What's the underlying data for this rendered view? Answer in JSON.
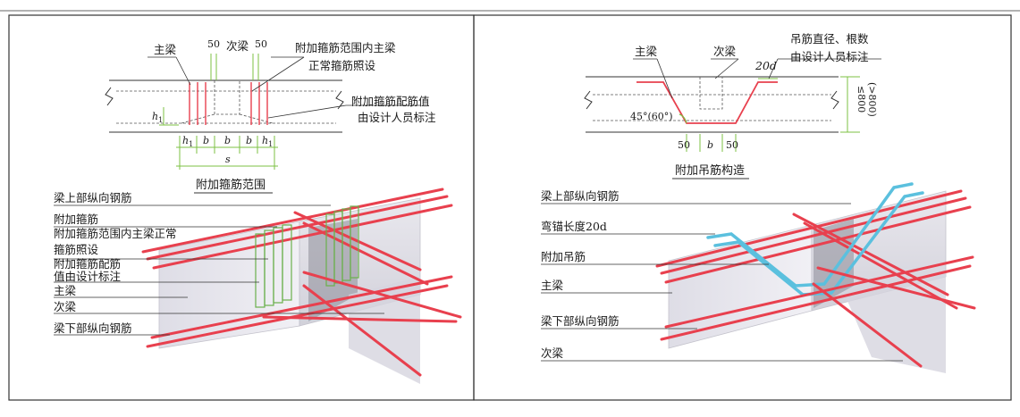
{
  "left_panel": {
    "drawing_labels": {
      "main_beam": "主梁",
      "secondary_beam": "次梁",
      "dim_50_left": "50",
      "dim_50_right": "50",
      "normal_stirrup_note_line1": "附加箍筋范围内主梁",
      "normal_stirrup_note_line2": "正常箍筋照设",
      "design_note_line1": "附加箍筋配筋值",
      "design_note_line2": "由设计人员标注",
      "h1_side": "h",
      "h1_sub": "1",
      "dim_h1_left": "h",
      "dim_h1_left_sub": "1",
      "dim_b_1": "b",
      "dim_b_mid": "b",
      "dim_b_2": "b",
      "dim_h1_right": "h",
      "dim_h1_right_sub": "1",
      "dim_s": "s"
    },
    "title": "附加箍筋范围",
    "model_labels": {
      "top_rebar": "梁上部纵向钢筋",
      "added_stirrup": "附加箍筋",
      "normal_line1": "附加箍筋范围内主梁正常",
      "normal_line2": "箍筋照设",
      "design_line1": "附加箍筋配筋",
      "design_line2": "值由设计标注",
      "main_beam": "主梁",
      "secondary_beam": "次梁",
      "bottom_rebar": "梁下部纵向钢筋"
    }
  },
  "right_panel": {
    "drawing_labels": {
      "main_beam": "主梁",
      "secondary_beam": "次梁",
      "hanger_note_line1": "吊筋直径、根数",
      "hanger_note_line2": "由设计人员标注",
      "anchor_20d": "20d",
      "angle": "45°(60°)",
      "dim_50_left": "50",
      "dim_b": "b",
      "dim_50_right": "50",
      "height_le_800": "≤800",
      "height_gt_800": "(>800)"
    },
    "title": "附加吊筋构造",
    "model_labels": {
      "top_rebar": "梁上部纵向钢筋",
      "bend_anchor": "弯锚长度20d",
      "hanger": "附加吊筋",
      "main_beam": "主梁",
      "bottom_rebar": "梁下部纵向钢筋",
      "secondary_beam": "次梁"
    }
  },
  "colors": {
    "rebar_red": "#e8404e",
    "stirrup_green": "#6ab04c",
    "hanger_cyan": "#5bc0de",
    "dim_green": "#7cc243",
    "concrete_fill": "#e9e8ef",
    "concrete_shade": "#c9c8d2",
    "frame": "#333333"
  },
  "icons": {
    "break_mark": "break-line-icon",
    "dim_arrow": "arrow-icon"
  }
}
